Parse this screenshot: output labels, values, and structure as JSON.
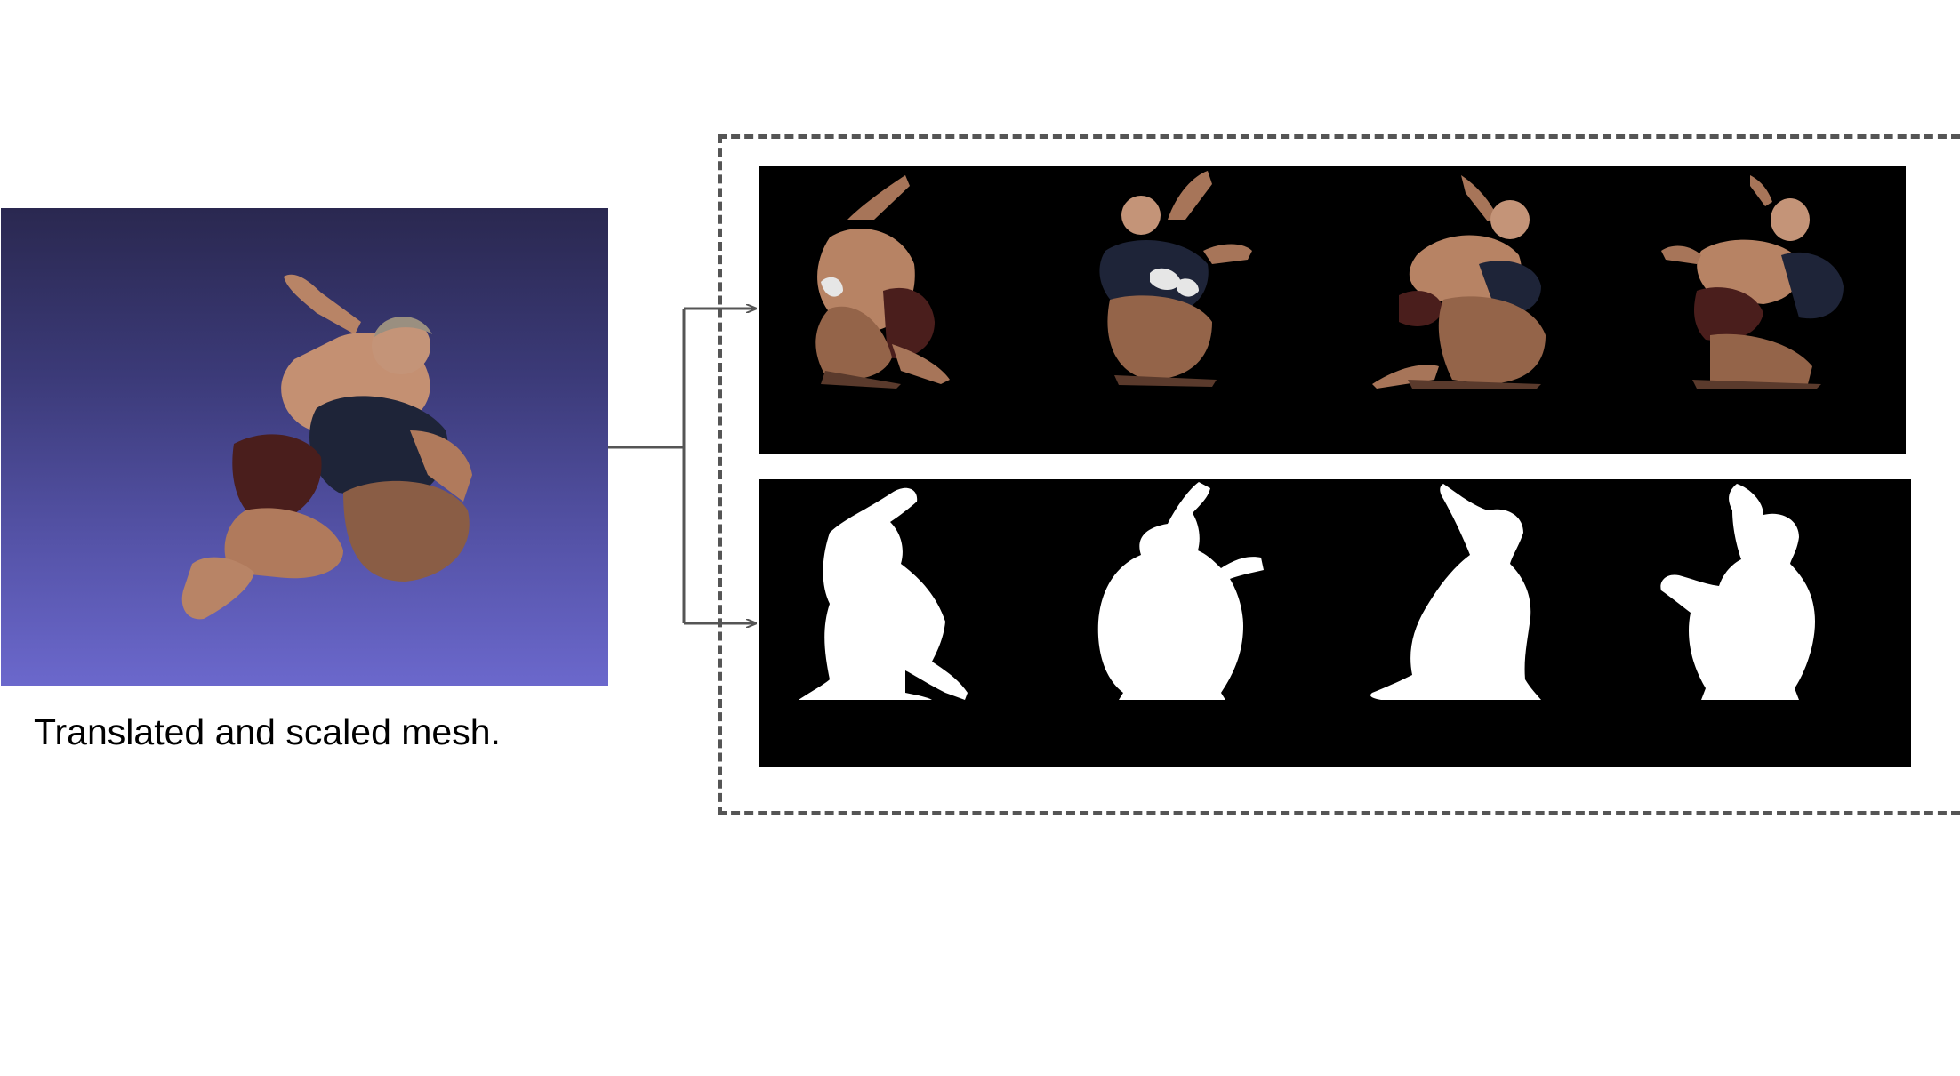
{
  "mesh": {
    "caption": "Translated and scaled mesh.",
    "background_top": "#2a2850",
    "background_bottom": "#6b68cc"
  },
  "outputs": {
    "rgb_views_count": 4,
    "mask_views_count": 4,
    "strip_background": "#000000",
    "mask_color": "#ffffff",
    "dashed_border_color": "#555555",
    "arrow_color": "#555555"
  }
}
